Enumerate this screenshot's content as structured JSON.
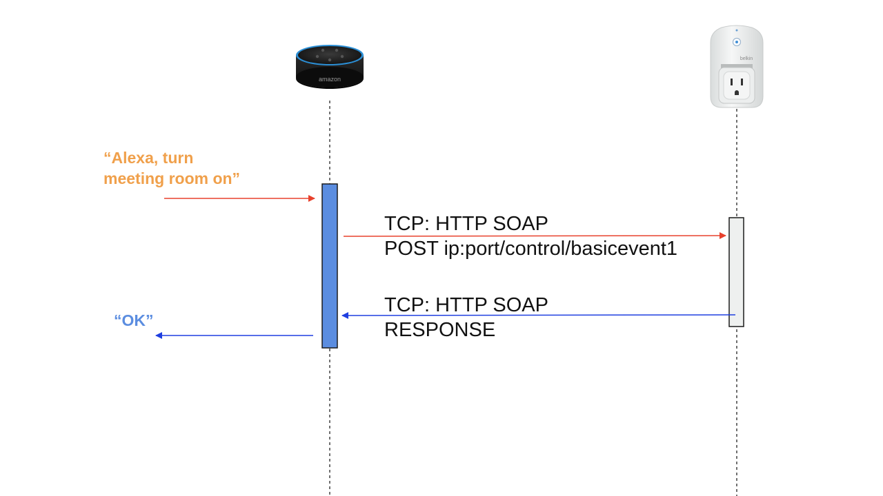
{
  "participants": [
    {
      "name": "Amazon Echo Dot",
      "icon": "echo-dot-icon",
      "brand_text": "amazon"
    },
    {
      "name": "Belkin WeMo Switch",
      "icon": "wemo-switch-icon",
      "brand_text": "belkin"
    }
  ],
  "voice_command": {
    "line1": "“Alexa, turn",
    "line2": "meeting room on”",
    "color": "#F0A04B"
  },
  "voice_reply": {
    "text": "“OK”",
    "color": "#5B8DE0"
  },
  "request_message": {
    "line1": "TCP: HTTP SOAP",
    "line2": "POST ip:port/control/basicevent1",
    "arrow_color": "#E8412C"
  },
  "response_message": {
    "line1": "TCP: HTTP SOAP",
    "line2": "RESPONSE",
    "arrow_color": "#1F3FE0"
  },
  "colors": {
    "echo_activation": "#5B8DE0",
    "wemo_activation": "#EEF0EF",
    "lifeline": "#222222"
  }
}
